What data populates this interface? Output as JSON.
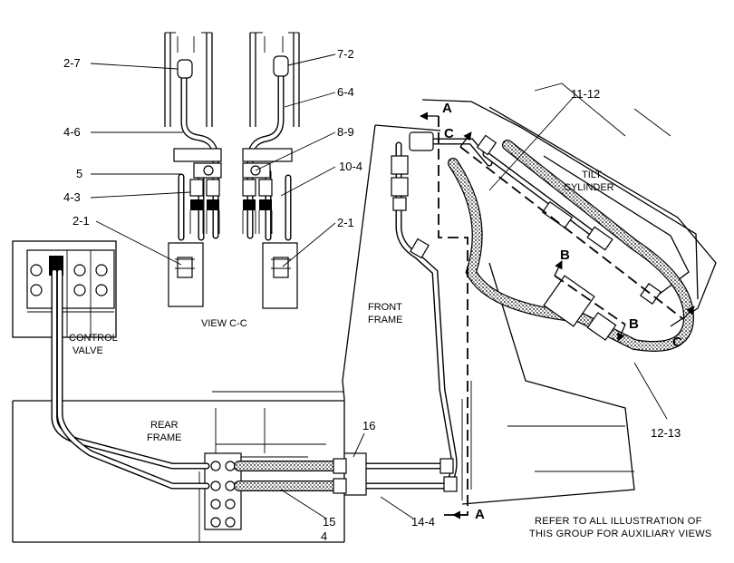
{
  "labels": {
    "l_2_7": "2-7",
    "l_4_6": "4-6",
    "l_5": "5",
    "l_4_3": "4-3",
    "l_2_1_left": "2-1",
    "l_7_2": "7-2",
    "l_6_4": "6-4",
    "l_8_9": "8-9",
    "l_10_4": "10-4",
    "l_2_1_right": "2-1",
    "l_11_12": "11-12",
    "l_12_13": "12-13",
    "l_16": "16",
    "l_15": "15",
    "l_4": "4",
    "l_14_4": "14-4"
  },
  "captions": {
    "view": "VIEW C-C",
    "control_valve_1": "CONTROL",
    "control_valve_2": "VALVE",
    "rear_frame_1": "REAR",
    "rear_frame_2": "FRAME",
    "front_frame_1": "FRONT",
    "front_frame_2": "FRAME",
    "tilt_1": "TILT",
    "tilt_2": "CYLINDER"
  },
  "section_markers": {
    "a_top": "A",
    "a_bottom": "A",
    "b_left": "B",
    "b_right": "B",
    "c_left": "C",
    "c_right": "C"
  },
  "note": {
    "line1": "REFER TO ALL ILLUSTRATION OF",
    "line2": "THIS GROUP FOR AUXILIARY VIEWS"
  }
}
